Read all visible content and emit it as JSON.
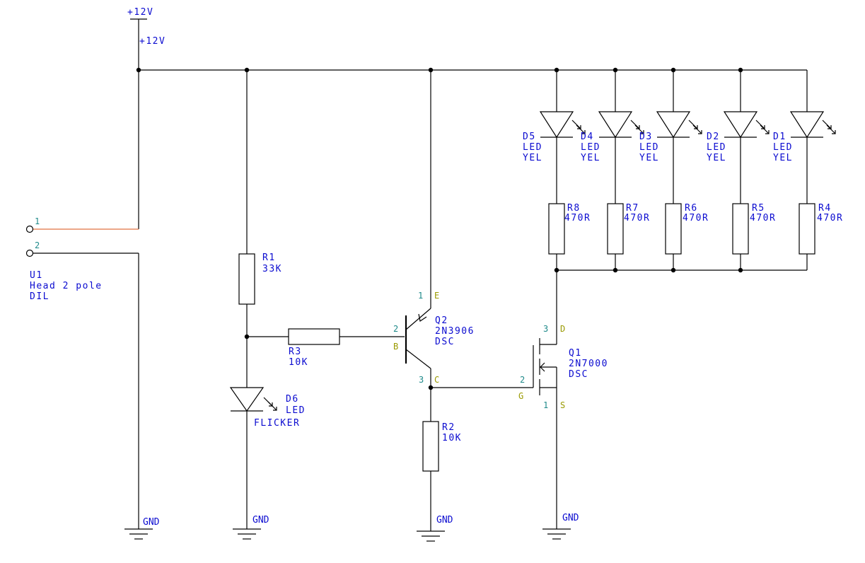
{
  "power": {
    "top_label": "+12V",
    "rail_label": "+12V"
  },
  "ground_label": "GND",
  "connector": {
    "ref": "U1",
    "value_line1": "Head 2 pole",
    "value_line2": "DIL",
    "pin1": "1",
    "pin2": "2"
  },
  "resistors": {
    "R1": {
      "ref": "R1",
      "value": "33K"
    },
    "R2": {
      "ref": "R2",
      "value": "10K"
    },
    "R3": {
      "ref": "R3",
      "value": "10K"
    },
    "R4": {
      "ref": "R4",
      "value": "470R"
    },
    "R5": {
      "ref": "R5",
      "value": "470R"
    },
    "R6": {
      "ref": "R6",
      "value": "470R"
    },
    "R7": {
      "ref": "R7",
      "value": "470R"
    },
    "R8": {
      "ref": "R8",
      "value": "470R"
    }
  },
  "leds": {
    "D1": {
      "ref": "D1",
      "type": "LED",
      "color": "YEL"
    },
    "D2": {
      "ref": "D2",
      "type": "LED",
      "color": "YEL"
    },
    "D3": {
      "ref": "D3",
      "type": "LED",
      "color": "YEL"
    },
    "D4": {
      "ref": "D4",
      "type": "LED",
      "color": "YEL"
    },
    "D5": {
      "ref": "D5",
      "type": "LED",
      "color": "YEL"
    },
    "D6": {
      "ref": "D6",
      "type": "LED",
      "color": "FLICKER"
    }
  },
  "q2": {
    "ref": "Q2",
    "part": "2N3906",
    "pkg": "DSC",
    "pin_e_num": "1",
    "pin_e": "E",
    "pin_b_num": "2",
    "pin_b": "B",
    "pin_c_num": "3",
    "pin_c": "C"
  },
  "q1": {
    "ref": "Q1",
    "part": "2N7000",
    "pkg": "DSC",
    "pin_d_num": "3",
    "pin_d": "D",
    "pin_g_num": "2",
    "pin_g": "G",
    "pin_s_num": "1",
    "pin_s": "S"
  },
  "colors": {
    "wire": "#000000",
    "label_text": "#0b0bd0",
    "pin_number": "#1f8a8a",
    "pin_name": "#9a9a00",
    "highlight_wire": "#e07040"
  }
}
